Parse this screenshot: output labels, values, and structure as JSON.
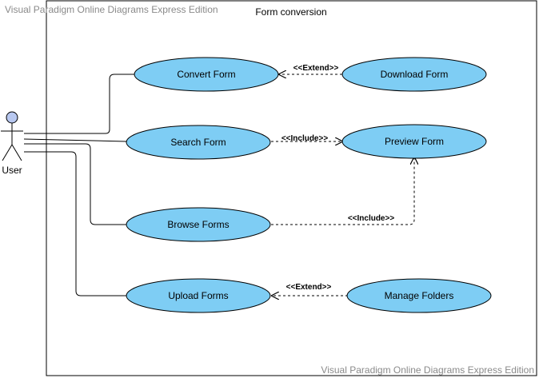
{
  "watermark": {
    "top": "Visual Paradigm Online Diagrams Express Edition",
    "bottom": "Visual Paradigm Online Diagrams Express Edition"
  },
  "system": {
    "title": "Form conversion"
  },
  "actor": {
    "label": "User"
  },
  "use_cases": [
    {
      "id": "convert",
      "label": "Convert Form"
    },
    {
      "id": "download",
      "label": "Download Form"
    },
    {
      "id": "search",
      "label": "Search Form"
    },
    {
      "id": "preview",
      "label": "Preview Form"
    },
    {
      "id": "browse",
      "label": "Browse Forms"
    },
    {
      "id": "upload",
      "label": "Upload Forms"
    },
    {
      "id": "manage",
      "label": "Manage Folders"
    }
  ],
  "relationships": [
    {
      "from": "download",
      "to": "convert",
      "label": "<<Extend>>"
    },
    {
      "from": "search",
      "to": "preview",
      "label": "<<Include>>"
    },
    {
      "from": "browse",
      "to": "preview",
      "label": "<<Include>>"
    },
    {
      "from": "manage",
      "to": "upload",
      "label": "<<Extend>>"
    }
  ],
  "colors": {
    "use_case_fill": "#7ecdf4",
    "stroke": "#000000",
    "actor_head": "#b8c8f0",
    "watermark": "#8a8a8a"
  }
}
